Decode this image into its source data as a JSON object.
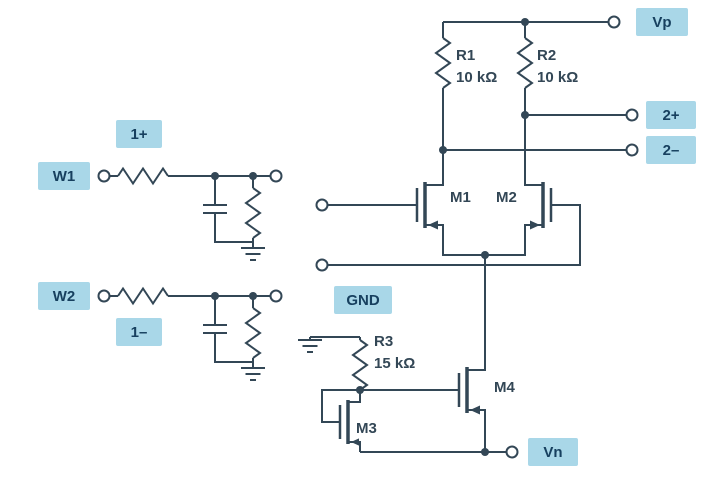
{
  "colors": {
    "background": "#ffffff",
    "wire": "#334756",
    "label_box_bg": "#a9d7e8",
    "label_text": "#17405f"
  },
  "terminals": {
    "w1": "W1",
    "w2": "W2",
    "one_plus": "1+",
    "one_minus": "1–",
    "two_plus": "2+",
    "two_minus": "2–",
    "vp": "Vp",
    "vn": "Vn",
    "gnd": "GND"
  },
  "components": {
    "r1": {
      "ref": "R1",
      "value": "10 kΩ"
    },
    "r2": {
      "ref": "R2",
      "value": "10 kΩ"
    },
    "r3": {
      "ref": "R3",
      "value": "15 kΩ"
    },
    "m1": {
      "ref": "M1"
    },
    "m2": {
      "ref": "M2"
    },
    "m3": {
      "ref": "M3"
    },
    "m4": {
      "ref": "M4"
    }
  }
}
